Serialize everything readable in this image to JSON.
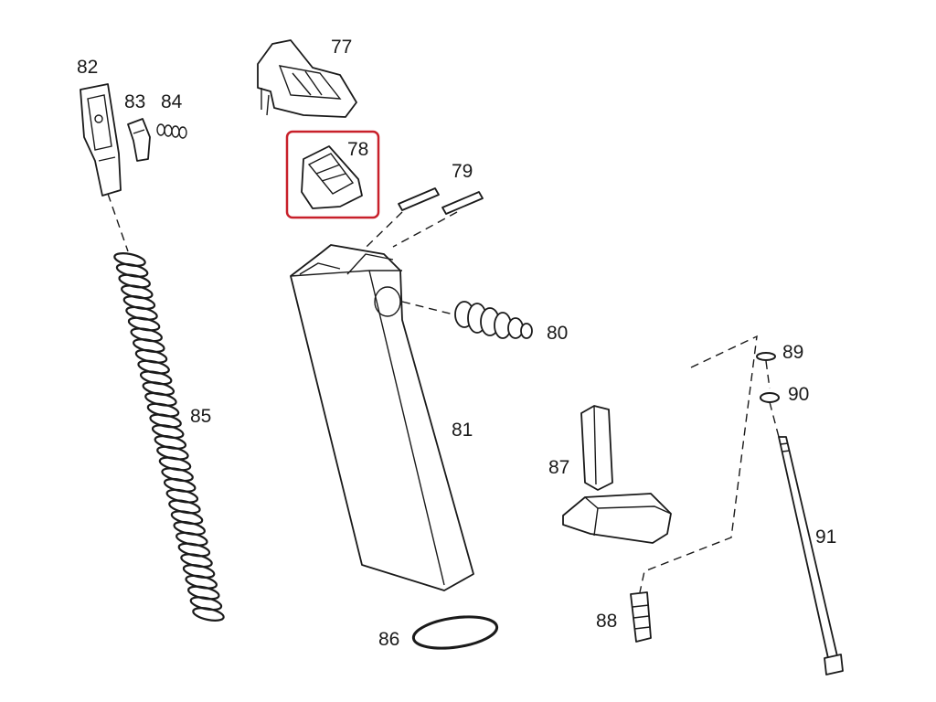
{
  "highlight_color": "#c8202a",
  "highlighted_part": "78",
  "parts": [
    {
      "id": "p77",
      "number": "77",
      "icon": "magazine-lip-icon"
    },
    {
      "id": "p78",
      "number": "78",
      "icon": "follower-block-icon"
    },
    {
      "id": "p79",
      "number": "79",
      "icon": "pin-icon"
    },
    {
      "id": "p80",
      "number": "80",
      "icon": "valve-icon"
    },
    {
      "id": "p81",
      "number": "81",
      "icon": "magazine-body-icon"
    },
    {
      "id": "p82",
      "number": "82",
      "icon": "follower-icon"
    },
    {
      "id": "p83",
      "number": "83",
      "icon": "latch-icon"
    },
    {
      "id": "p84",
      "number": "84",
      "icon": "small-spring-icon"
    },
    {
      "id": "p85",
      "number": "85",
      "icon": "coil-spring-icon"
    },
    {
      "id": "p86",
      "number": "86",
      "icon": "o-ring-icon"
    },
    {
      "id": "p87",
      "number": "87",
      "icon": "base-plate-icon"
    },
    {
      "id": "p88",
      "number": "88",
      "icon": "fill-valve-icon"
    },
    {
      "id": "p89",
      "number": "89",
      "icon": "washer-icon"
    },
    {
      "id": "p90",
      "number": "90",
      "icon": "washer-icon"
    },
    {
      "id": "p91",
      "number": "91",
      "icon": "long-screw-icon"
    }
  ]
}
